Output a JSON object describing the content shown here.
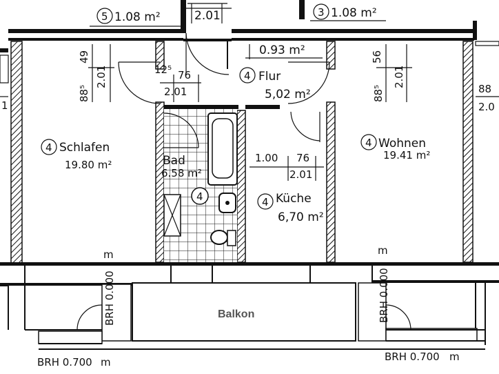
{
  "rooms": {
    "room_s_top": {
      "tag": "5",
      "area": "1.08 m²"
    },
    "room_3_top": {
      "tag": "3",
      "area": "1.08 m²"
    },
    "top_dim": "2.01",
    "flur": {
      "tag": "4",
      "name": "Flur",
      "area": "5,02 m²"
    },
    "schlafen": {
      "tag": "4",
      "name": "Schlafen",
      "area": "19.80 m²"
    },
    "wohnen": {
      "tag": "4",
      "name": "Wohnen",
      "area": "19.41 m²"
    },
    "bad": {
      "name": "Bad",
      "area": "6.58 m²",
      "tag": "4"
    },
    "kueche": {
      "tag": "4",
      "name": "Küche",
      "area": "6,70 m²"
    },
    "balkon": {
      "name": "Balkon"
    }
  },
  "dims": {
    "d093": "0.93 m²",
    "d49": "49",
    "d885_left": "88⁵",
    "d201_left": "2.01",
    "d125": "12⁵",
    "d76_flur": "76",
    "d201_flur": "2.01",
    "d56": "56",
    "d885_right": "88⁵",
    "d201_right": "2.01",
    "d100": "1.00",
    "d76_kueche": "76",
    "d201_kueche": "2.01",
    "brh0000_left": "BRH 0.000",
    "brh0000_right": "BRH 0.000",
    "brh0700_left": "BRH 0.700",
    "brh0700_right": "BRH 0.700",
    "m_left": "m",
    "m_right": "m",
    "m_brh_left": "m",
    "m_brh_right": "m",
    "edge_88": "88",
    "edge_20": "2.0",
    "edge_11": "1"
  }
}
